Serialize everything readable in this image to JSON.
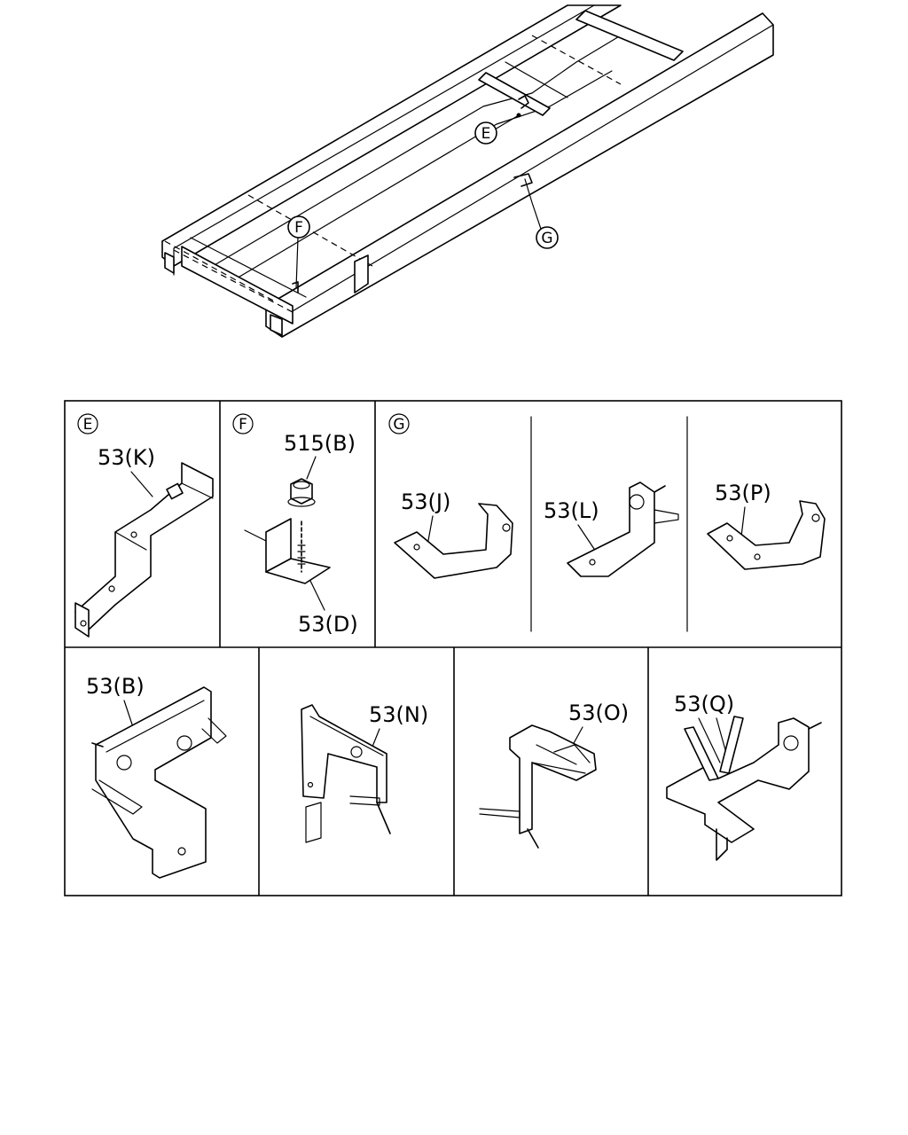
{
  "callouts": {
    "frame_e": "E",
    "frame_f": "F",
    "frame_g": "G"
  },
  "panels": {
    "e": {
      "letter": "E",
      "part": "53(K)"
    },
    "f": {
      "letter": "F",
      "part_nut": "515(B)",
      "part_bracket": "53(D)"
    },
    "g": {
      "letter": "G",
      "part_j": "53(J)",
      "part_l": "53(L)",
      "part_p": "53(P)"
    },
    "b": {
      "part": "53(B)"
    },
    "n": {
      "part": "53(N)"
    },
    "o": {
      "part": "53(O)"
    },
    "q": {
      "part": "53(Q)"
    }
  }
}
